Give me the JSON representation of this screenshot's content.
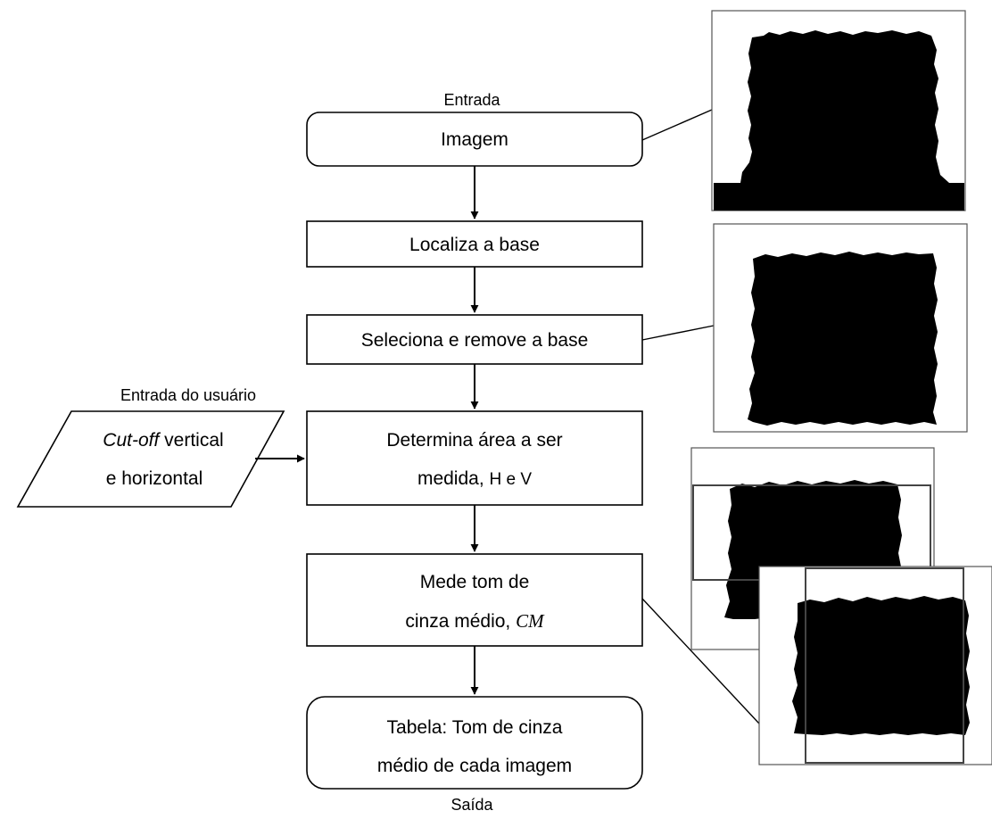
{
  "labels": {
    "entrada": "Entrada",
    "entrada_usuario": "Entrada do usuário",
    "saida": "Saída"
  },
  "steps": {
    "imagem": "Imagem",
    "localiza": "Localiza a base",
    "seleciona": "Seleciona e remove a base",
    "determina_1": "Determina área a ser",
    "determina_2": "medida, ",
    "determina_3": "H e V",
    "mede_1": "Mede tom de",
    "mede_2": "cinza médio, ",
    "mede_3": "CM",
    "tabela_1": "Tabela: Tom de cinza",
    "tabela_2": "médio de cada imagem"
  },
  "user_input": {
    "line1_italic": "Cut-off",
    "line1_rest": " vertical",
    "line2": "e horizontal"
  }
}
